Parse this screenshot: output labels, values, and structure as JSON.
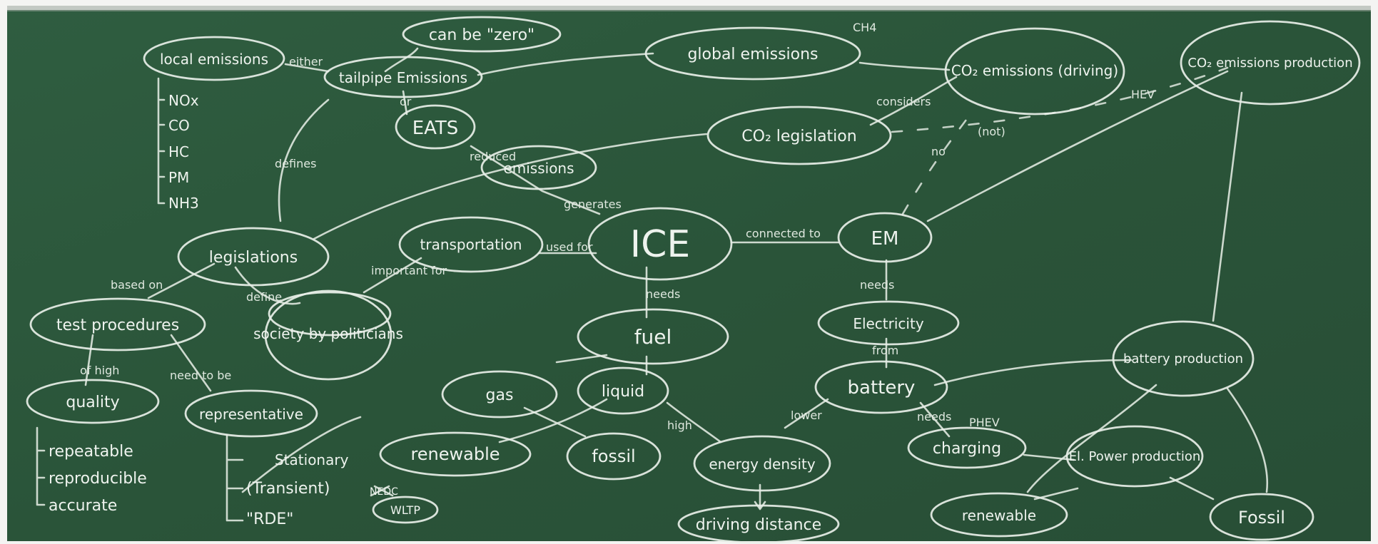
{
  "colors": {
    "board": "#2e5a3e",
    "board_dark": "#264f35",
    "frame": "#f4f4f2",
    "chalk": "#eef3ee"
  },
  "nodes": {
    "can_be_zero": "can be \"zero\"",
    "local_emissions": "local emissions",
    "tailpipe_emissions": "tailpipe Emissions",
    "global_emissions": "global emissions",
    "co2_driving": "CO₂ emissions (driving)",
    "co2_production": "CO₂ emissions production",
    "eats": "EATS",
    "co2_legislation": "CO₂ legislation",
    "emissions": "emissions",
    "transportation": "transportation",
    "ice": "ICE",
    "em": "EM",
    "legislations": "legislations",
    "society_politicians": "society by politicians",
    "test_procedures": "test procedures",
    "fuel": "fuel",
    "electricity": "Electricity",
    "gas": "gas",
    "liquid": "liquid",
    "battery": "battery",
    "battery_production": "battery production",
    "quality": "quality",
    "representative": "representative",
    "renewable_fuel": "renewable",
    "fossil_fuel": "fossil",
    "energy_density": "energy density",
    "charging": "charging",
    "el_power": "El. Power production",
    "driving_distance": "driving distance",
    "renewable_power": "renewable",
    "fossil_power": "Fossil"
  },
  "lists": {
    "local_emissions_items": [
      "NOx",
      "CO",
      "HC",
      "PM",
      "NH3"
    ],
    "quality_items": [
      "repeatable",
      "reproducible",
      "accurate"
    ],
    "representative_items": [
      "Stationary",
      "(Transient)",
      "\"RDE\""
    ],
    "wltp": "WLTP",
    "nedc": "NEDC"
  },
  "edge_labels": {
    "ch4": "CH4",
    "either": "either",
    "or": "or",
    "defines": "defines",
    "reduced": "reduced",
    "considers": "considers",
    "not": "(not)",
    "no": "no",
    "hev": "HEV",
    "generates": "generates",
    "used_for": "used for",
    "important_for": "important for",
    "connected_to": "connected to",
    "needs_fuel": "needs",
    "needs_electricity": "needs",
    "based_on": "based on",
    "define": "define",
    "of_high": "of high",
    "need_to_be": "need to be",
    "from": "from",
    "high": "high",
    "lower": "lower",
    "needs_charging": "needs",
    "phev": "PHEV"
  }
}
